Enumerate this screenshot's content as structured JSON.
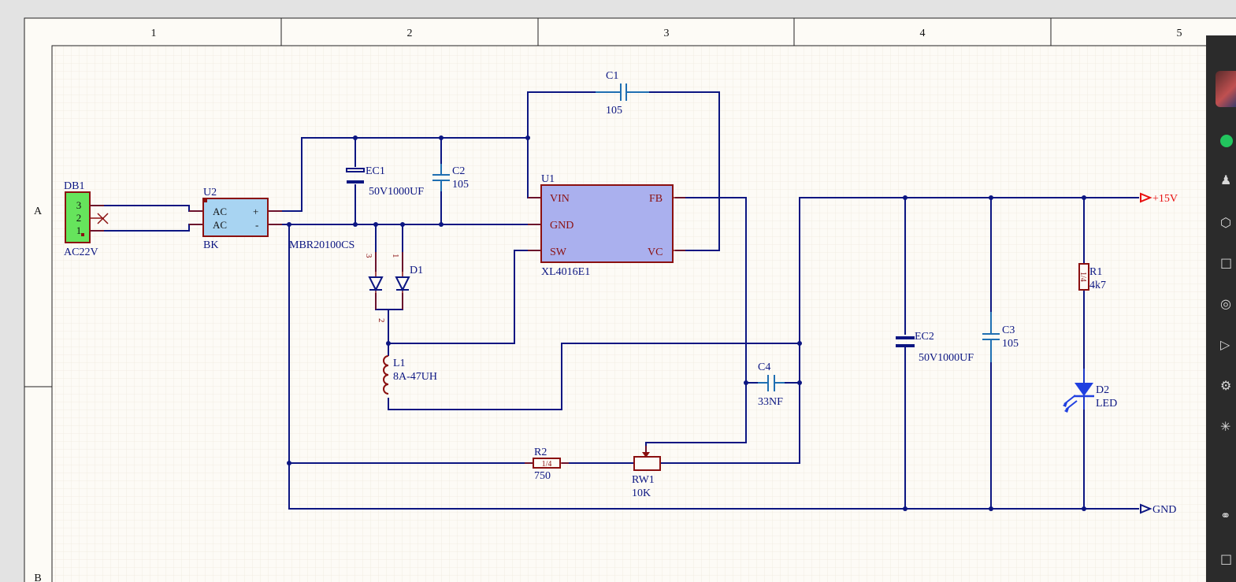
{
  "frame": {
    "columns": [
      "1",
      "2",
      "3",
      "4",
      "5"
    ],
    "rows": [
      "A",
      "B"
    ]
  },
  "components": {
    "db1": {
      "ref": "DB1",
      "value": "AC22V",
      "pins": [
        "3",
        "2",
        "1"
      ]
    },
    "u2": {
      "ref": "U2",
      "value": "BK",
      "pin_ac1": "AC",
      "pin_ac2": "AC",
      "pin_plus": "+",
      "pin_minus": "-"
    },
    "ec1": {
      "ref": "EC1",
      "value": "50V1000UF"
    },
    "c2": {
      "ref": "C2",
      "value": "105"
    },
    "c1": {
      "ref": "C1",
      "value": "105"
    },
    "u1": {
      "ref": "U1",
      "value": "XL4016E1",
      "pins": {
        "vin": "VIN",
        "gnd": "GND",
        "sw": "SW",
        "fb": "FB",
        "vc": "VC"
      }
    },
    "d1": {
      "ref": "D1",
      "part": "MBR20100CS",
      "pin3": "3",
      "pin1": "1",
      "pin2": "2"
    },
    "l1": {
      "ref": "L1",
      "value": "8A-47UH"
    },
    "c4": {
      "ref": "C4",
      "value": "33NF"
    },
    "r2": {
      "ref": "R2",
      "value": "750",
      "body": "1/4"
    },
    "rw1": {
      "ref": "RW1",
      "value": "10K"
    },
    "ec2": {
      "ref": "EC2",
      "value": "50V1000UF"
    },
    "c3": {
      "ref": "C3",
      "value": "105"
    },
    "r1": {
      "ref": "R1",
      "value": "4k7",
      "body": "1/4"
    },
    "d2": {
      "ref": "D2",
      "value": "LED"
    }
  },
  "ports": {
    "vout": "+15V",
    "gnd": "GND"
  },
  "colors": {
    "sheet": "#fdfbf6",
    "grid": "#ece7dc",
    "wire": "#0c1682",
    "part_outline": "#8b1010",
    "ic_fill": "#aab0ee",
    "bridge_fill": "#a8d4f2",
    "connector_fill": "#66e45c",
    "capacitor": "#1f6fb2",
    "led": "#2040e0",
    "power_port": "#e81010"
  },
  "sidebar": {
    "icons": [
      "avatar-icon",
      "chat-icon",
      "user-icon",
      "cube-icon",
      "folder-icon",
      "camera-icon",
      "tag-icon",
      "gear-icon",
      "sparkle-icon",
      "link-icon",
      "doc-icon"
    ]
  }
}
